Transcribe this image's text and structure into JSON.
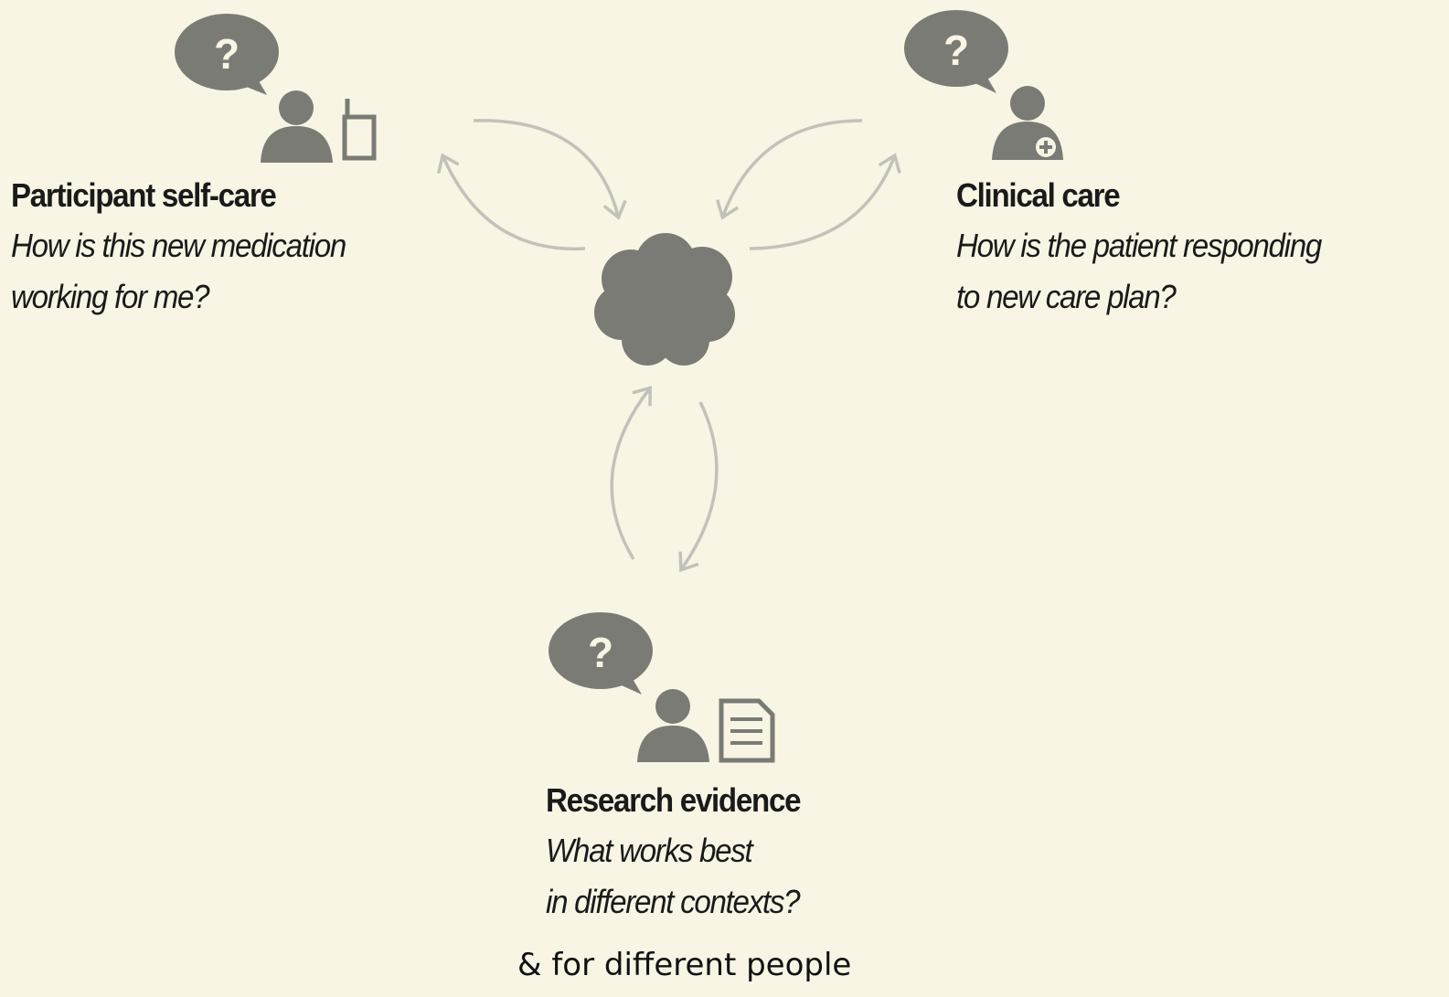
{
  "nodes": {
    "self_care": {
      "title": "Participant self-care",
      "question_line1": "How is this new medication",
      "question_line2": "working for me?",
      "bubble_glyph": "?",
      "icons": [
        "question-bubble-icon",
        "person-icon",
        "phone-icon"
      ]
    },
    "clinical": {
      "title": "Clinical care",
      "question_line1": "How is the patient responding",
      "question_line2": "to new care plan?",
      "bubble_glyph": "?",
      "icons": [
        "question-bubble-icon",
        "clinician-icon"
      ]
    },
    "research": {
      "title": "Research evidence",
      "question_line1": "What works best",
      "question_line2": "in different contexts?",
      "bubble_glyph": "?",
      "icons": [
        "question-bubble-icon",
        "person-icon",
        "document-icon"
      ]
    }
  },
  "hub": {
    "icon": "cloud-icon"
  },
  "footnote": "& for different people",
  "colors": {
    "background": "#f8f5e4",
    "icon": "#7b7b76",
    "arrow": "#c3c2ba",
    "text": "#1a1a1a"
  }
}
